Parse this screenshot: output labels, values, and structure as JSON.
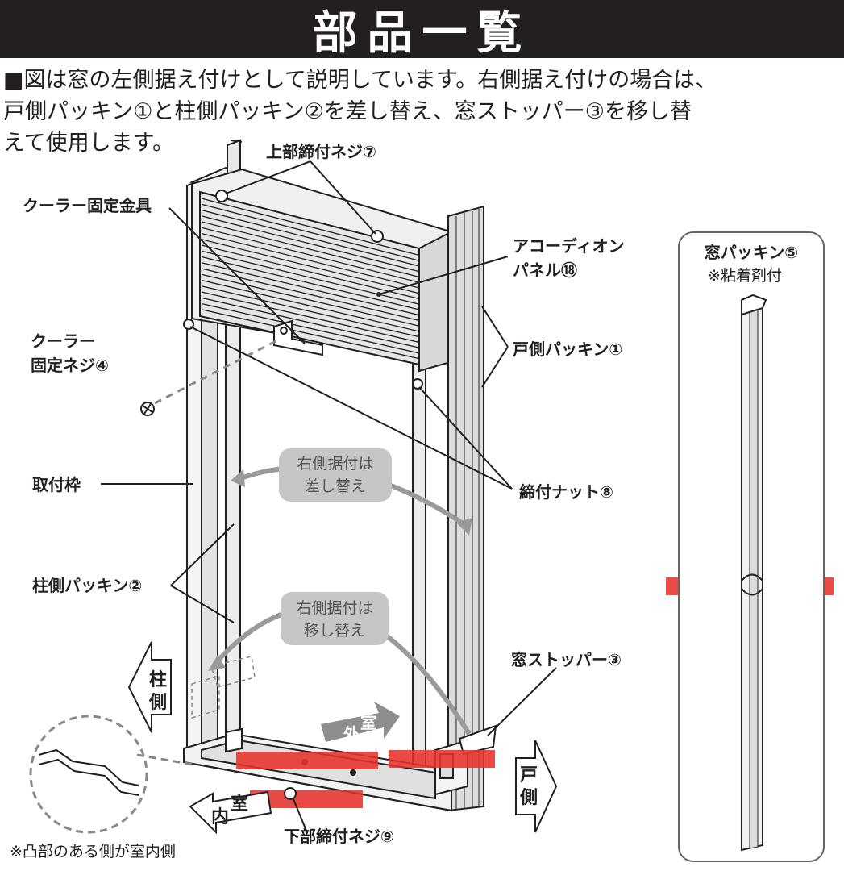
{
  "header": {
    "title": "部品一覧"
  },
  "intro": {
    "line1": "■図は窓の左側据え付けとして説明しています。右側据え付けの場合は、",
    "line2": "戸側パッキン①と柱側パッキン②を差し替え、窓ストッパー③を移し替",
    "line3": "えて使用します。"
  },
  "labels": {
    "top_screw": "上部締付ネジ⑦",
    "cooler_bracket": "クーラー固定金具",
    "accordion_line1": "アコーディオン",
    "accordion_line2": "パネル⑱",
    "cooler_screw_line1": "クーラー",
    "cooler_screw_line2": "固定ネジ④",
    "door_packing": "戸側パッキン①",
    "frame": "取付枠",
    "nut": "締付ナット⑧",
    "pillar_packing": "柱側パッキン②",
    "window_stopper": "窓ストッパー③",
    "bottom_screw": "下部締付ネジ⑨",
    "footnote": "※凸部のある側が室内側"
  },
  "bubbles": {
    "swap_line1": "右側据付は",
    "swap_line2": "差し替え",
    "move_line1": "右側据付は",
    "move_line2": "移し替え"
  },
  "direction_arrows": {
    "pillar_side_1": "柱",
    "pillar_side_2": "側",
    "door_side_1": "戸",
    "door_side_2": "側",
    "outdoor_1": "外",
    "outdoor_2": "室",
    "indoor_1": "内",
    "indoor_2": "室"
  },
  "side_panel": {
    "title": "窓パッキン⑤",
    "note": "※粘着剤付"
  },
  "colors": {
    "header_bg": "#231f20",
    "highlight": "#e8322c",
    "bubble_bg": "#c6c6c6",
    "arrow_gray": "#9a9a9a"
  }
}
